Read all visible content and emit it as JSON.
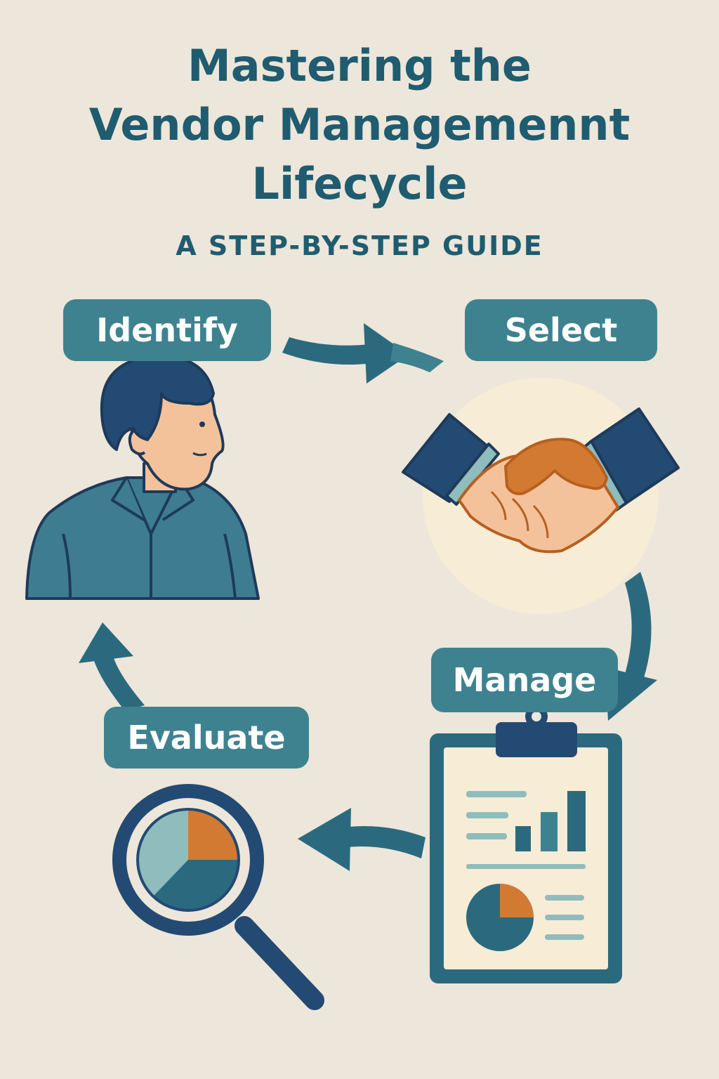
{
  "header": {
    "title_lines": [
      "Mastering the",
      "Vendor Managemennt",
      "Lifecycle"
    ],
    "subtitle": "A STEP-BY-STEP GUIDE"
  },
  "steps": [
    {
      "label": "Identify",
      "icon": "person-icon"
    },
    {
      "label": "Select",
      "icon": "handshake-icon"
    },
    {
      "label": "Manage",
      "icon": "clipboard-report-icon"
    },
    {
      "label": "Evaluate",
      "icon": "magnifier-pie-chart-icon"
    }
  ],
  "colors": {
    "background": "#ede6da",
    "primary_dark": "#1f5c6f",
    "pill": "#3e8290",
    "navy": "#234a72",
    "accent_orange": "#d37a32",
    "light_teal": "#8fbcbc"
  }
}
